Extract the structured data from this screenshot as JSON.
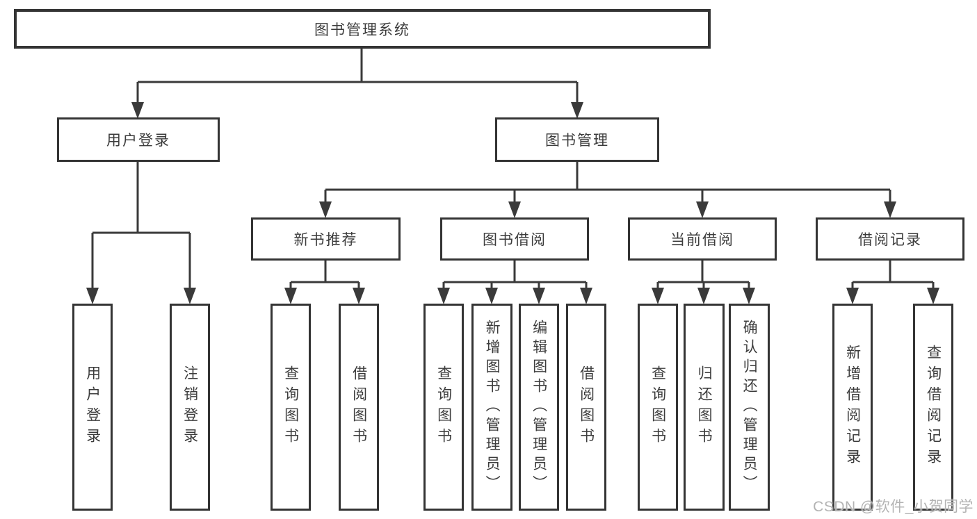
{
  "diagram": {
    "root": "图书管理系统",
    "level2": [
      "用户登录",
      "图书管理"
    ],
    "level3": [
      "新书推荐",
      "图书借阅",
      "当前借阅",
      "借阅记录"
    ],
    "leaves": {
      "user_login": [
        "用户登录",
        "注销登录"
      ],
      "new_book_recommend": [
        "查询图书",
        "借阅图书"
      ],
      "book_borrow": [
        "查询图书",
        "新增图书（管理员）",
        "编辑图书（管理员）",
        "借阅图书"
      ],
      "current_borrow": [
        "查询图书",
        "归还图书",
        "确认归还（管理员）"
      ],
      "borrow_record": [
        "新增借阅记录",
        "查询借阅记录"
      ]
    }
  },
  "watermark": {
    "text": "CSDN @软件_小贺同学"
  },
  "colors": {
    "line": "#3a3a3a",
    "box_border": "#343434",
    "text": "#3c3c3c",
    "watermark": "#b3b3b3"
  }
}
